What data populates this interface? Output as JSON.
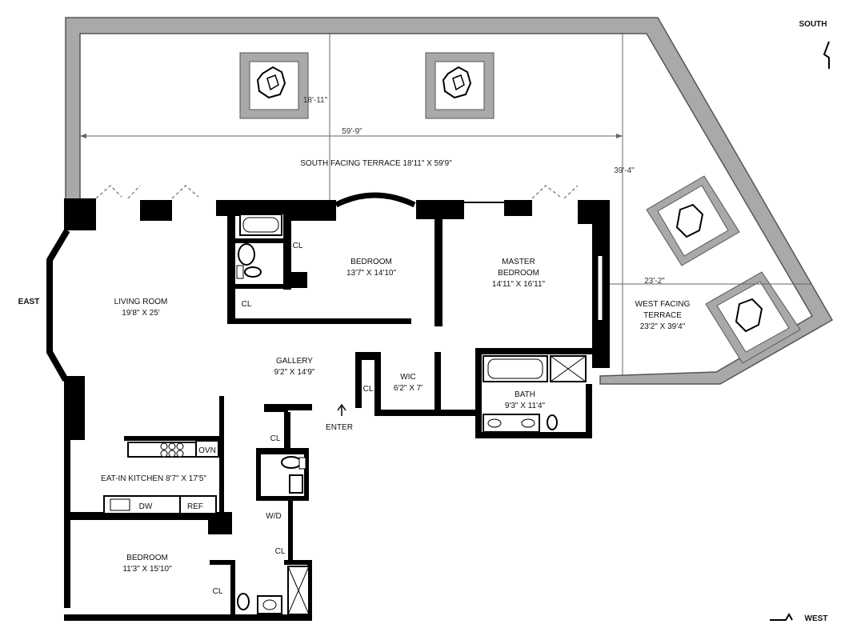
{
  "compass": {
    "south": "SOUTH",
    "east": "EAST",
    "west": "WEST"
  },
  "terraces": {
    "south": {
      "name": "SOUTH FACING TERRACE 18'11\" X 59'9\""
    },
    "west": {
      "line1": "WEST FACING",
      "line2": "TERRACE",
      "line3": "23'2\" X 39'4\""
    }
  },
  "dimensions": {
    "depth_south": "18'-11\"",
    "width_south": "59'-9\"",
    "depth_west": "39'-4\"",
    "width_west": "23'-2\""
  },
  "rooms": {
    "living": {
      "name": "LIVING ROOM",
      "size": "19'8\" X 25'"
    },
    "bedroom1": {
      "name": "BEDROOM",
      "size": "13'7\" X 14'10\""
    },
    "master": {
      "name1": "MASTER",
      "name2": "BEDROOM",
      "size": "14'11\" X 16'11\""
    },
    "gallery": {
      "name": "GALLERY",
      "size": "9'2\" X 14'9\""
    },
    "wic": {
      "name": "WIC",
      "size": "6'2\" X 7'"
    },
    "bath": {
      "name": "BATH",
      "size": "9'3\" X 11'4\""
    },
    "kitchen": {
      "name": "EAT-IN KITCHEN 8'7\" X 17'5\""
    },
    "bedroom2": {
      "name": "BEDROOM",
      "size": "11'3\" X 15'10\""
    }
  },
  "labels": {
    "closet": "CL",
    "enter": "ENTER",
    "oven": "OVN",
    "dishwasher": "DW",
    "refrigerator": "REF",
    "washer_dryer": "W/D"
  }
}
